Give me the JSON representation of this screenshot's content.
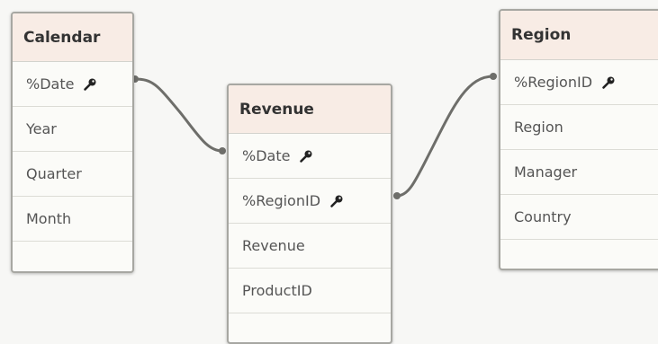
{
  "tables": {
    "calendar": {
      "title": "Calendar",
      "fields": [
        {
          "name": "%Date",
          "key": true
        },
        {
          "name": "Year",
          "key": false
        },
        {
          "name": "Quarter",
          "key": false
        },
        {
          "name": "Month",
          "key": false
        }
      ]
    },
    "revenue": {
      "title": "Revenue",
      "fields": [
        {
          "name": "%Date",
          "key": true
        },
        {
          "name": "%RegionID",
          "key": true
        },
        {
          "name": "Revenue",
          "key": false
        },
        {
          "name": "ProductID",
          "key": false
        }
      ]
    },
    "region": {
      "title": "Region",
      "fields": [
        {
          "name": "%RegionID",
          "key": true
        },
        {
          "name": "Region",
          "key": false
        },
        {
          "name": "Manager",
          "key": false
        },
        {
          "name": "Country",
          "key": false
        }
      ]
    }
  },
  "links": [
    {
      "from": "calendar.%Date",
      "to": "revenue.%Date"
    },
    {
      "from": "revenue.%RegionID",
      "to": "region.%RegionID"
    }
  ],
  "colors": {
    "header_bg": "#f8ece5",
    "link_line": "#6e6e6a",
    "border": "#a7a7a2"
  }
}
